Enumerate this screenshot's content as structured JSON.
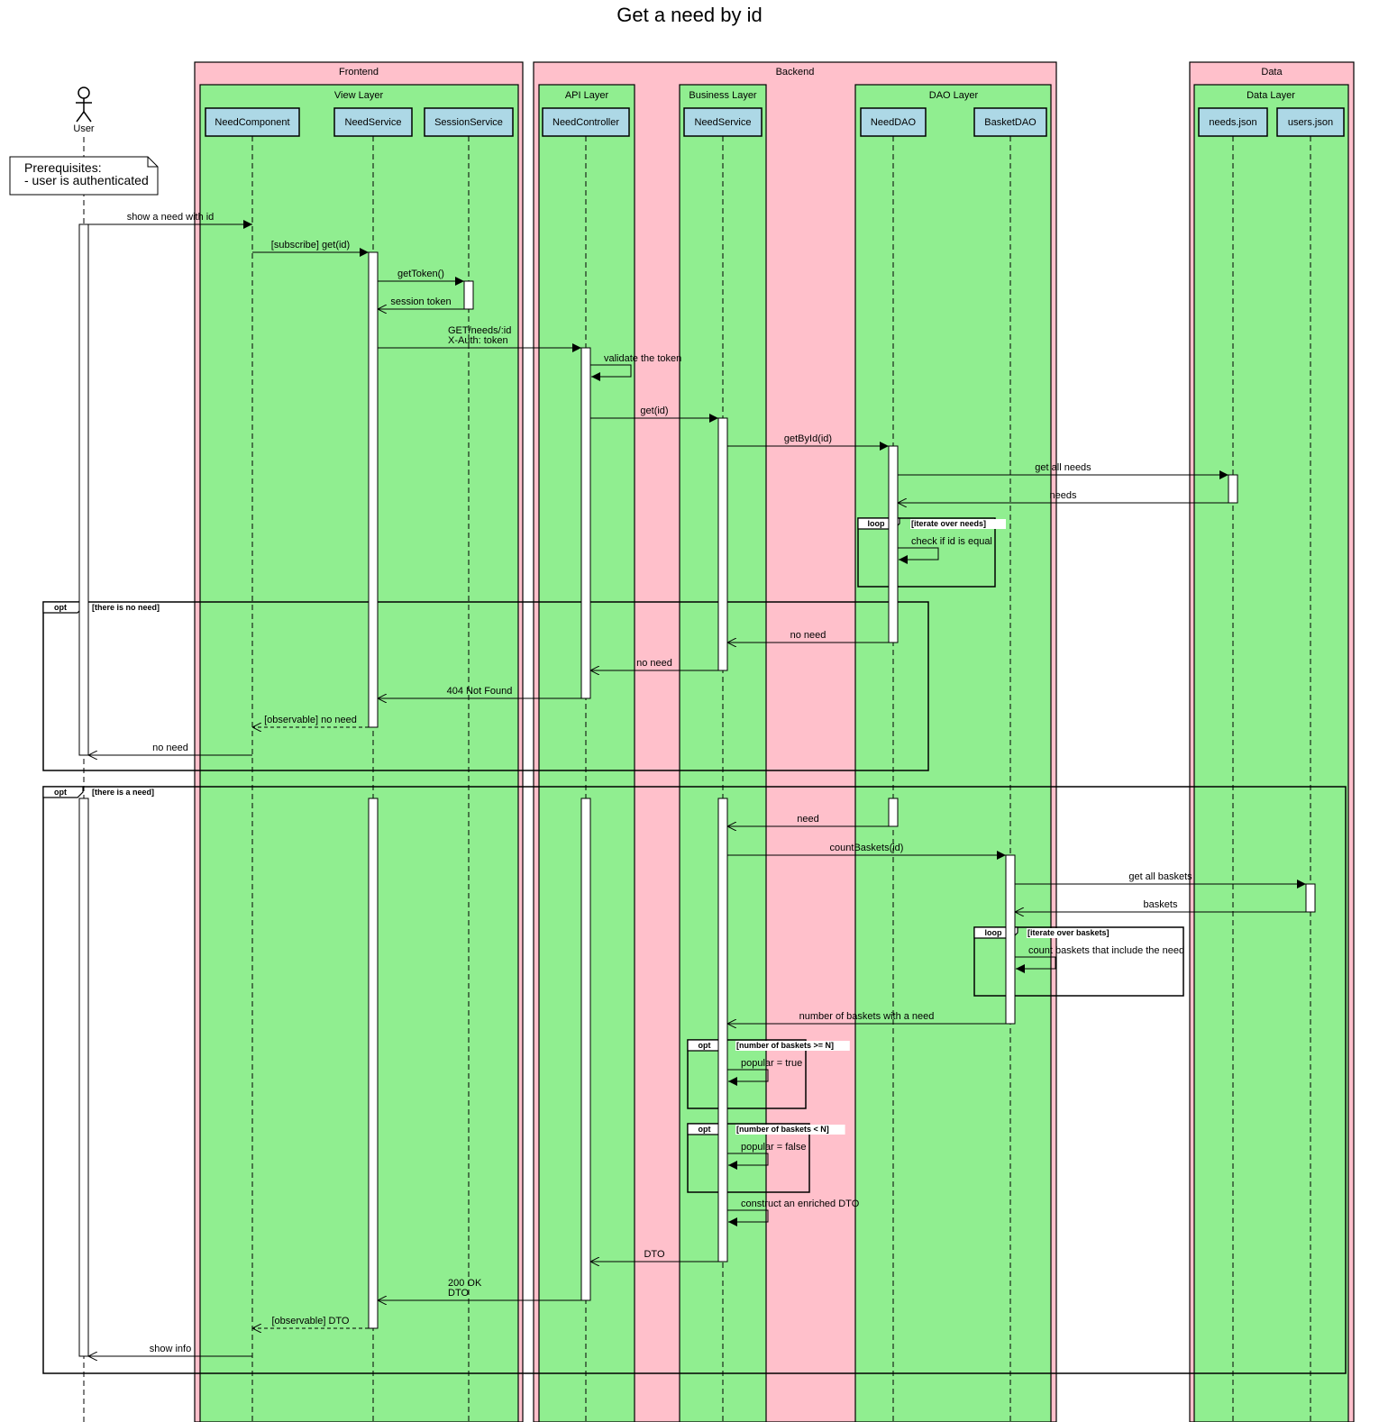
{
  "title": "Get a need by id",
  "colors": {
    "group_fill": "#ffc0cb",
    "lane_fill": "#90ee90",
    "participant_fill": "#add8e6",
    "stroke": "#000000"
  },
  "actor": {
    "id": "user",
    "label": "User"
  },
  "note": {
    "lines": [
      "Prerequisites:",
      "- user is authenticated"
    ]
  },
  "groups": [
    {
      "id": "frontend",
      "label": "Frontend"
    },
    {
      "id": "backend",
      "label": "Backend"
    },
    {
      "id": "data",
      "label": "Data"
    }
  ],
  "lanes": [
    {
      "id": "view",
      "group": "frontend",
      "label": "View Layer"
    },
    {
      "id": "api",
      "group": "backend",
      "label": "API Layer"
    },
    {
      "id": "business",
      "group": "backend",
      "label": "Business Layer"
    },
    {
      "id": "dao",
      "group": "backend",
      "label": "DAO Layer"
    },
    {
      "id": "datalayer",
      "group": "data",
      "label": "Data Layer"
    }
  ],
  "participants": [
    {
      "id": "needcomponent",
      "lane": "view",
      "label": "NeedComponent"
    },
    {
      "id": "needservice_fe",
      "lane": "view",
      "label": "NeedService"
    },
    {
      "id": "sessionservice",
      "lane": "view",
      "label": "SessionService"
    },
    {
      "id": "needcontroller",
      "lane": "api",
      "label": "NeedController"
    },
    {
      "id": "needservice_be",
      "lane": "business",
      "label": "NeedService"
    },
    {
      "id": "needdao",
      "lane": "dao",
      "label": "NeedDAO"
    },
    {
      "id": "basketdao",
      "lane": "dao",
      "label": "BasketDAO"
    },
    {
      "id": "needsjson",
      "lane": "datalayer",
      "label": "needs.json"
    },
    {
      "id": "usersjson",
      "lane": "datalayer",
      "label": "users.json"
    }
  ],
  "messages": [
    {
      "from": "user",
      "to": "needcomponent",
      "label": [
        "show a need with id"
      ],
      "kind": "sync"
    },
    {
      "from": "needcomponent",
      "to": "needservice_fe",
      "label": [
        "[subscribe] get(id)"
      ],
      "kind": "sync"
    },
    {
      "from": "needservice_fe",
      "to": "sessionservice",
      "label": [
        "getToken()"
      ],
      "kind": "sync"
    },
    {
      "from": "sessionservice",
      "to": "needservice_fe",
      "label": [
        "session token"
      ],
      "kind": "reply"
    },
    {
      "from": "needservice_fe",
      "to": "needcontroller",
      "label": [
        "GET/needs/:id",
        "X-Auth: token"
      ],
      "kind": "sync"
    },
    {
      "from": "needcontroller",
      "to": "needcontroller",
      "label": [
        "validate the token"
      ],
      "kind": "self"
    },
    {
      "from": "needcontroller",
      "to": "needservice_be",
      "label": [
        "get(id)"
      ],
      "kind": "sync"
    },
    {
      "from": "needservice_be",
      "to": "needdao",
      "label": [
        "getById(id)"
      ],
      "kind": "sync"
    },
    {
      "from": "needdao",
      "to": "needsjson",
      "label": [
        "get all needs"
      ],
      "kind": "sync"
    },
    {
      "from": "needsjson",
      "to": "needdao",
      "label": [
        "needs"
      ],
      "kind": "reply"
    },
    {
      "from": "needdao",
      "to": "needdao",
      "label": [
        "check if id is equal"
      ],
      "kind": "self"
    },
    {
      "from": "needdao",
      "to": "needservice_be",
      "label": [
        "no need"
      ],
      "kind": "reply"
    },
    {
      "from": "needservice_be",
      "to": "needcontroller",
      "label": [
        "no need"
      ],
      "kind": "reply"
    },
    {
      "from": "needcontroller",
      "to": "needservice_fe",
      "label": [
        "404 Not Found"
      ],
      "kind": "reply"
    },
    {
      "from": "needservice_fe",
      "to": "needcomponent",
      "label": [
        "[observable] no need"
      ],
      "kind": "dashed"
    },
    {
      "from": "needcomponent",
      "to": "user",
      "label": [
        "no need"
      ],
      "kind": "reply"
    },
    {
      "from": "needdao",
      "to": "needservice_be",
      "label": [
        "need"
      ],
      "kind": "reply"
    },
    {
      "from": "needservice_be",
      "to": "basketdao",
      "label": [
        "countBaskets(id)"
      ],
      "kind": "sync"
    },
    {
      "from": "basketdao",
      "to": "usersjson",
      "label": [
        "get all baskets"
      ],
      "kind": "sync"
    },
    {
      "from": "usersjson",
      "to": "basketdao",
      "label": [
        "baskets"
      ],
      "kind": "reply"
    },
    {
      "from": "basketdao",
      "to": "basketdao",
      "label": [
        "count baskets that include the need"
      ],
      "kind": "self"
    },
    {
      "from": "basketdao",
      "to": "needservice_be",
      "label": [
        "number of baskets with a need"
      ],
      "kind": "reply"
    },
    {
      "from": "needservice_be",
      "to": "needservice_be",
      "label": [
        "popular = true"
      ],
      "kind": "self"
    },
    {
      "from": "needservice_be",
      "to": "needservice_be",
      "label": [
        "popular = false"
      ],
      "kind": "self"
    },
    {
      "from": "needservice_be",
      "to": "needservice_be",
      "label": [
        "construct an enriched DTO"
      ],
      "kind": "self"
    },
    {
      "from": "needservice_be",
      "to": "needcontroller",
      "label": [
        "DTO"
      ],
      "kind": "reply"
    },
    {
      "from": "needcontroller",
      "to": "needservice_fe",
      "label": [
        "200 OK",
        "DTO"
      ],
      "kind": "reply"
    },
    {
      "from": "needservice_fe",
      "to": "needcomponent",
      "label": [
        "[observable] DTO"
      ],
      "kind": "dashed"
    },
    {
      "from": "needcomponent",
      "to": "user",
      "label": [
        "show info"
      ],
      "kind": "reply"
    }
  ],
  "fragments": [
    {
      "type": "loop",
      "guard": "[iterate over needs]"
    },
    {
      "type": "opt",
      "guard": "[there is no need]"
    },
    {
      "type": "opt",
      "guard": "[there is a need]"
    },
    {
      "type": "loop",
      "guard": "[iterate over baskets]"
    },
    {
      "type": "opt",
      "guard": "[number of baskets >= N]"
    },
    {
      "type": "opt",
      "guard": "[number of baskets < N]"
    }
  ]
}
